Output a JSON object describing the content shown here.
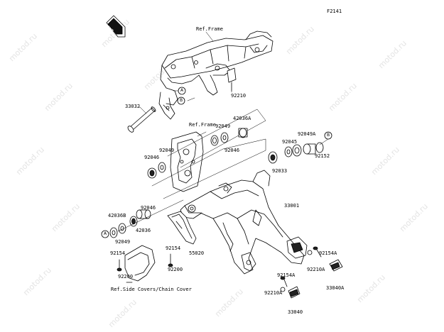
{
  "diagram_code": "F2141",
  "front_label": "FRONT",
  "watermark": "motod.ru",
  "ref_notes": {
    "frame_top": "Ref.Frame",
    "frame_mid": "Ref.Frame",
    "side_covers": "Ref.Side Covers/Chain Cover"
  },
  "bubbles": {
    "a": "A",
    "b": "B"
  },
  "parts": {
    "p33032": "33032",
    "p92210_top": "92210",
    "p42036A": "42036A",
    "p92049_top": "92049",
    "p92046_top": "92046",
    "p92049_left": "92049",
    "p92046_left": "92046",
    "p92049A": "92049A",
    "p92045": "92045",
    "p92152": "92152",
    "p92033": "92033",
    "p33001": "33001",
    "p92046_low": "92046",
    "p42036B": "42036B",
    "p42036": "42036",
    "p92049_low": "92049",
    "p92154_l": "92154",
    "p92154_m": "92154",
    "p55020": "55020",
    "p92200_l": "92200",
    "p92200_m": "92200",
    "p92154A_r": "92154A",
    "p92210A_r": "92210A",
    "p33040A": "33040A",
    "p92154A_b": "92154A",
    "p92210A_b": "92210A",
    "p33040": "33040"
  }
}
